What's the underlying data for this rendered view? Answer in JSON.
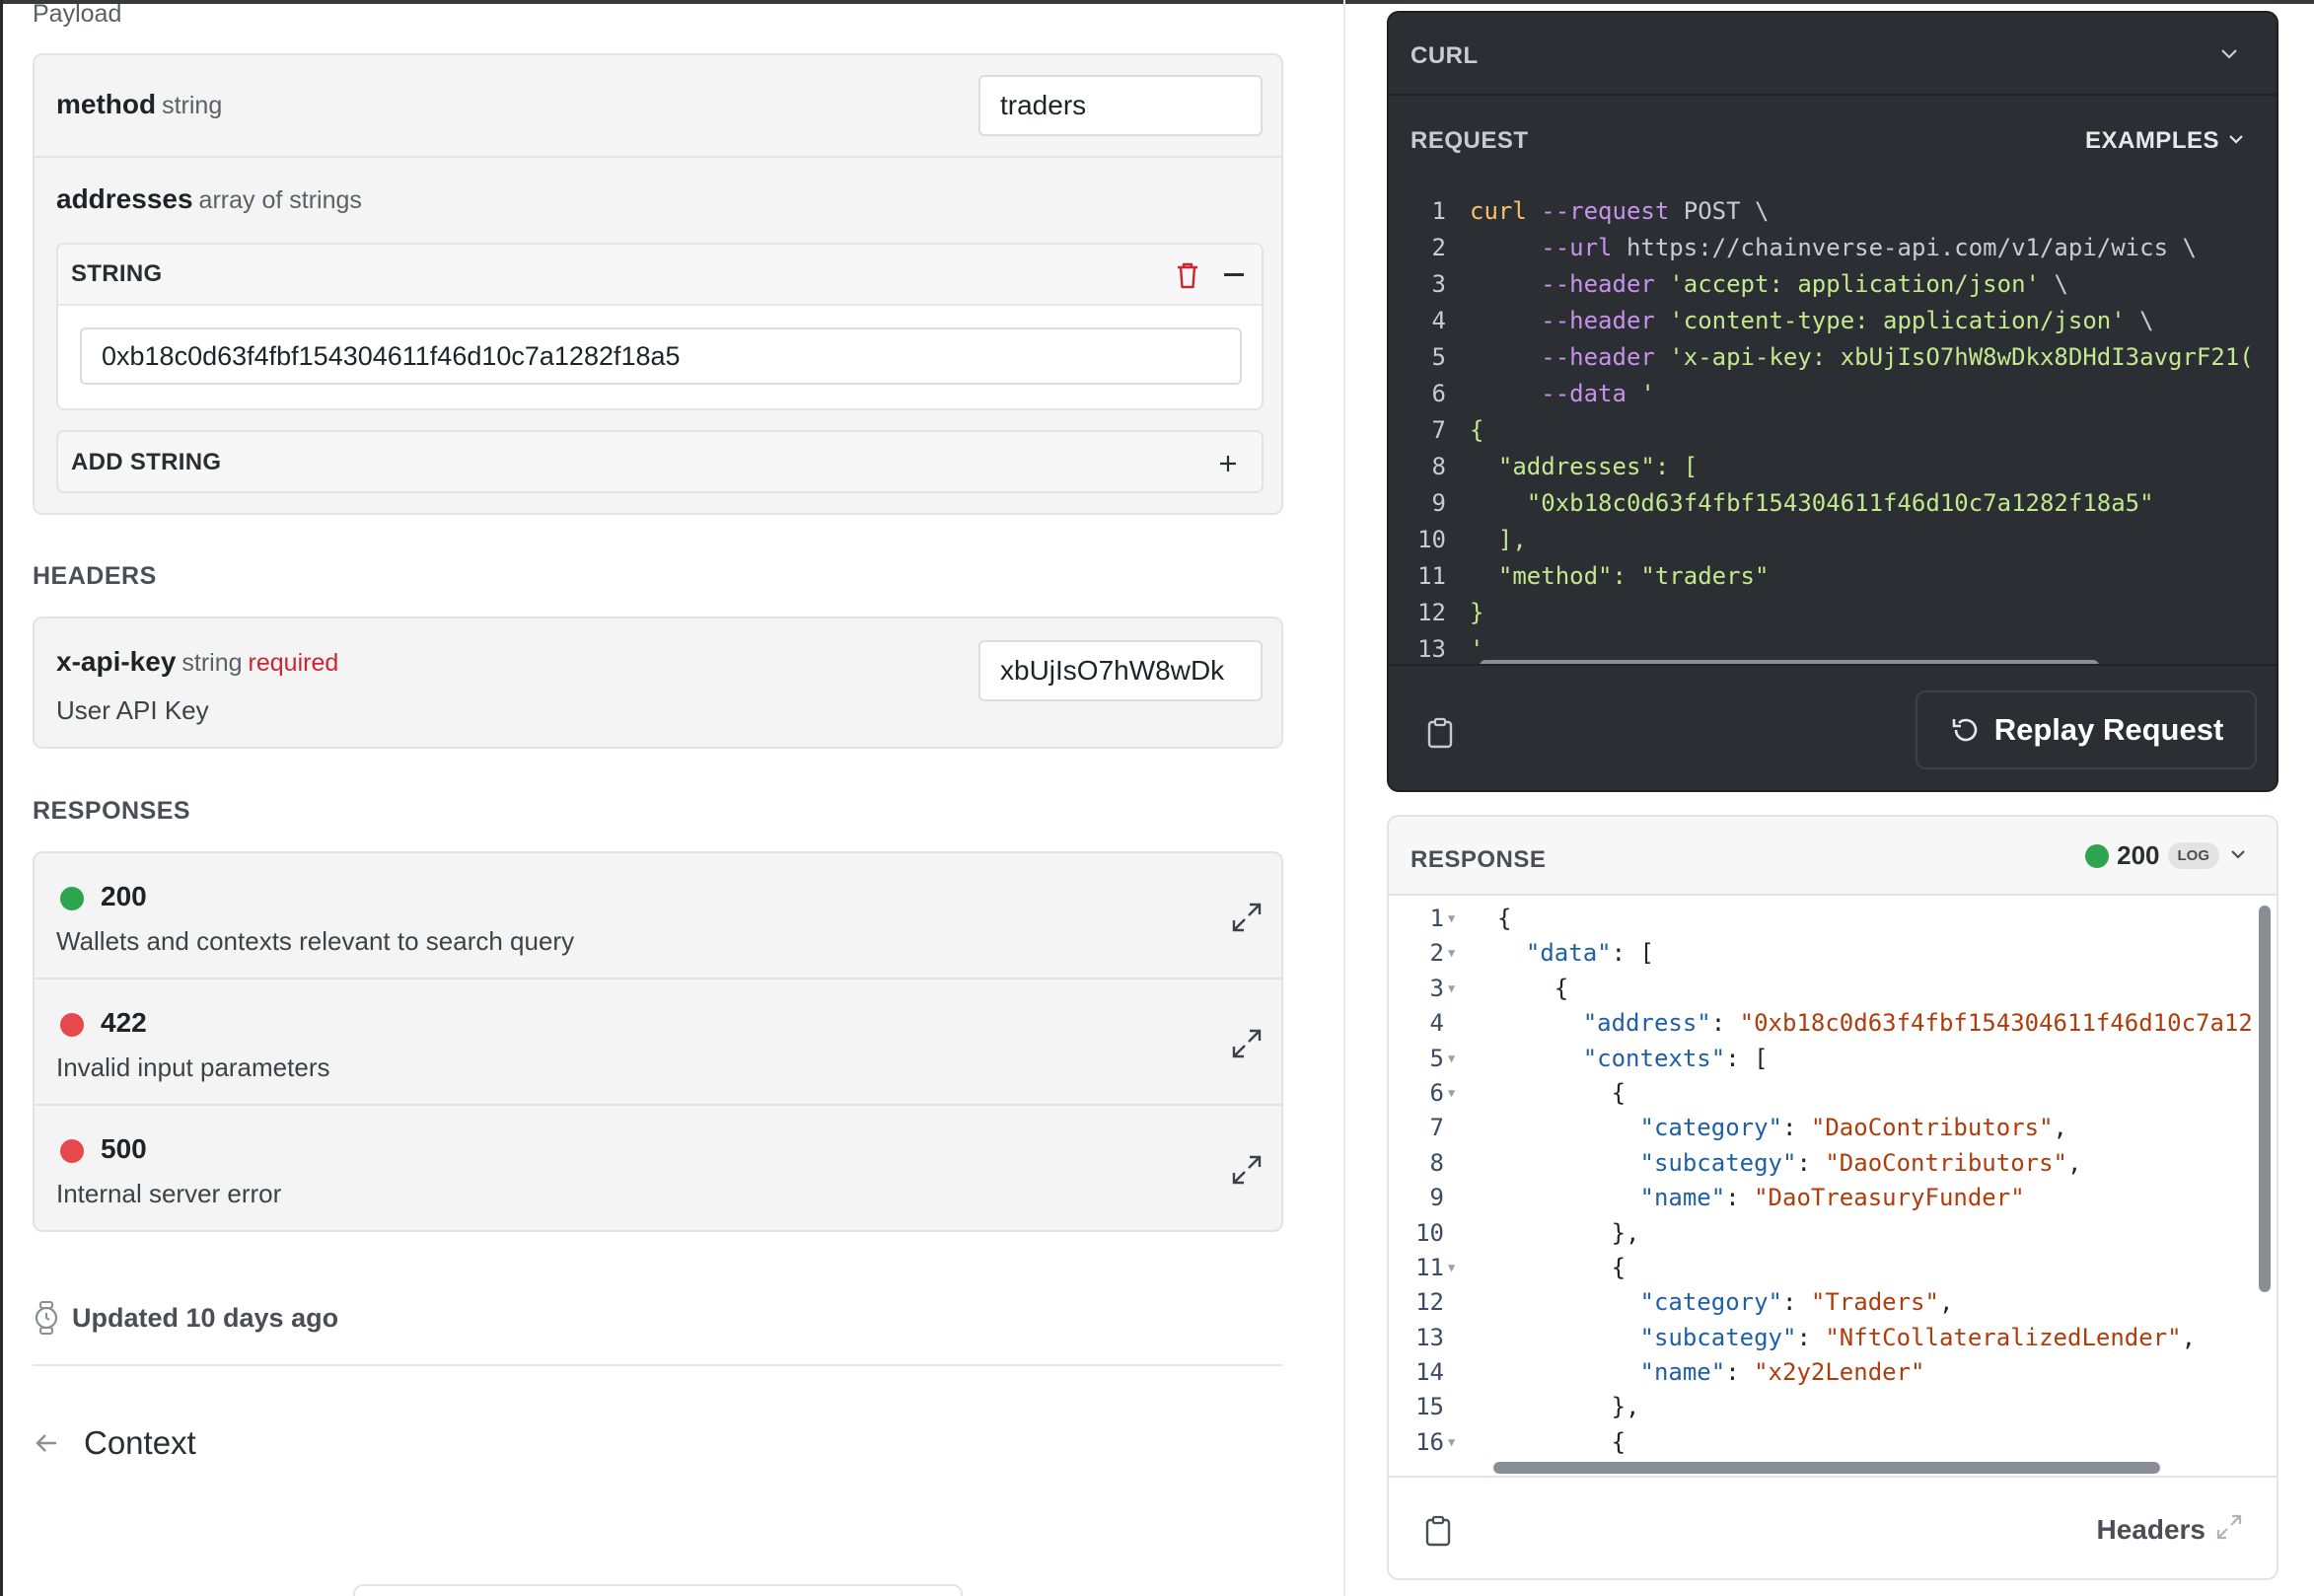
{
  "payload": {
    "label": "Payload",
    "method": {
      "name": "method",
      "type": "string",
      "value": "traders"
    },
    "addresses": {
      "name": "addresses",
      "type": "array of strings",
      "item_header": "STRING",
      "item_value": "0xb18c0d63f4fbf154304611f46d10c7a1282f18a5",
      "add_label": "ADD STRING"
    }
  },
  "headers": {
    "title": "HEADERS",
    "api_key": {
      "name": "x-api-key",
      "type": "string",
      "required": "required",
      "description": "User API Key",
      "value": "xbUjIsO7hW8wDk"
    }
  },
  "responses": {
    "title": "RESPONSES",
    "items": [
      {
        "code": "200",
        "description": "Wallets and contexts relevant to search query",
        "color": "#2da44e"
      },
      {
        "code": "422",
        "description": "Invalid input parameters",
        "color": "#e5484d"
      },
      {
        "code": "500",
        "description": "Internal server error",
        "color": "#e5484d"
      }
    ]
  },
  "updated": "Updated 10 days ago",
  "nav": {
    "prev_label": "Context"
  },
  "curl": {
    "title": "CURL",
    "request_label": "REQUEST",
    "examples_label": "EXAMPLES",
    "replay_label": "Replay Request",
    "line_numbers": [
      "1",
      "2",
      "3",
      "4",
      "5",
      "6",
      "7",
      "8",
      "9",
      "10",
      "11",
      "12",
      "13"
    ],
    "lines": [
      [
        [
          "kw",
          "curl "
        ],
        [
          "opt",
          "--request "
        ],
        [
          "plain",
          "POST \\"
        ]
      ],
      [
        [
          "plain",
          "     "
        ],
        [
          "opt",
          "--url "
        ],
        [
          "plain",
          "https://chainverse-api.com/v1/api/wics \\"
        ]
      ],
      [
        [
          "plain",
          "     "
        ],
        [
          "opt",
          "--header "
        ],
        [
          "str",
          "'accept: application/json' "
        ],
        [
          "plain",
          "\\"
        ]
      ],
      [
        [
          "plain",
          "     "
        ],
        [
          "opt",
          "--header "
        ],
        [
          "str",
          "'content-type: application/json' "
        ],
        [
          "plain",
          "\\"
        ]
      ],
      [
        [
          "plain",
          "     "
        ],
        [
          "opt",
          "--header "
        ],
        [
          "str",
          "'x-api-key: xbUjIsO7hW8wDkx8DHdI3avgrF21("
        ]
      ],
      [
        [
          "plain",
          "     "
        ],
        [
          "opt",
          "--data "
        ],
        [
          "str",
          "'"
        ]
      ],
      [
        [
          "str",
          "{"
        ]
      ],
      [
        [
          "str",
          "  \"addresses\": ["
        ]
      ],
      [
        [
          "str",
          "    \"0xb18c0d63f4fbf154304611f46d10c7a1282f18a5\""
        ]
      ],
      [
        [
          "str",
          "  ],"
        ]
      ],
      [
        [
          "str",
          "  \"method\": \"traders\""
        ]
      ],
      [
        [
          "str",
          "}"
        ]
      ],
      [
        [
          "str",
          "'"
        ]
      ]
    ]
  },
  "response": {
    "title": "RESPONSE",
    "status": "200",
    "log_badge": "LOG",
    "status_color": "#2da44e",
    "headers_label": "Headers",
    "line_numbers": [
      "1",
      "2",
      "3",
      "4",
      "5",
      "6",
      "7",
      "8",
      "9",
      "10",
      "11",
      "12",
      "13",
      "14",
      "15",
      "16"
    ],
    "lines": [
      [
        [
          "punc",
          "{"
        ]
      ],
      [
        [
          "punc",
          "  "
        ],
        [
          "key",
          "\"data\""
        ],
        [
          "punc",
          ": ["
        ]
      ],
      [
        [
          "punc",
          "    {"
        ]
      ],
      [
        [
          "punc",
          "      "
        ],
        [
          "key",
          "\"address\""
        ],
        [
          "punc",
          ": "
        ],
        [
          "str",
          "\"0xb18c0d63f4fbf154304611f46d10c7a12"
        ]
      ],
      [
        [
          "punc",
          "      "
        ],
        [
          "key",
          "\"contexts\""
        ],
        [
          "punc",
          ": ["
        ]
      ],
      [
        [
          "punc",
          "        {"
        ]
      ],
      [
        [
          "punc",
          "          "
        ],
        [
          "key",
          "\"category\""
        ],
        [
          "punc",
          ": "
        ],
        [
          "str",
          "\"DaoContributors\""
        ],
        [
          "punc",
          ","
        ]
      ],
      [
        [
          "punc",
          "          "
        ],
        [
          "key",
          "\"subcategy\""
        ],
        [
          "punc",
          ": "
        ],
        [
          "str",
          "\"DaoContributors\""
        ],
        [
          "punc",
          ","
        ]
      ],
      [
        [
          "punc",
          "          "
        ],
        [
          "key",
          "\"name\""
        ],
        [
          "punc",
          ": "
        ],
        [
          "str",
          "\"DaoTreasuryFunder\""
        ]
      ],
      [
        [
          "punc",
          "        },"
        ]
      ],
      [
        [
          "punc",
          "        {"
        ]
      ],
      [
        [
          "punc",
          "          "
        ],
        [
          "key",
          "\"category\""
        ],
        [
          "punc",
          ": "
        ],
        [
          "str",
          "\"Traders\""
        ],
        [
          "punc",
          ","
        ]
      ],
      [
        [
          "punc",
          "          "
        ],
        [
          "key",
          "\"subcategy\""
        ],
        [
          "punc",
          ": "
        ],
        [
          "str",
          "\"NftCollateralizedLender\""
        ],
        [
          "punc",
          ","
        ]
      ],
      [
        [
          "punc",
          "          "
        ],
        [
          "key",
          "\"name\""
        ],
        [
          "punc",
          ": "
        ],
        [
          "str",
          "\"x2y2Lender\""
        ]
      ],
      [
        [
          "punc",
          "        },"
        ]
      ],
      [
        [
          "punc",
          "        {"
        ]
      ]
    ]
  }
}
